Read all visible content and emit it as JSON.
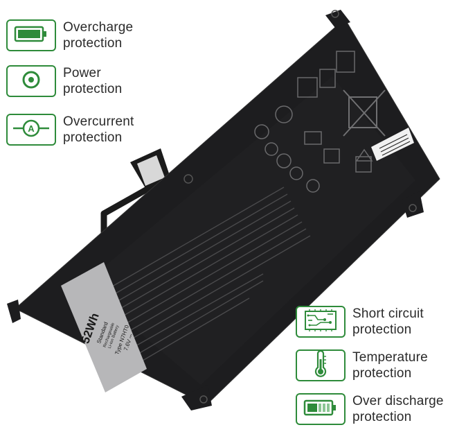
{
  "features_left": [
    {
      "line1": "Overcharge",
      "line2": "protection",
      "icon": "battery-full-icon"
    },
    {
      "line1": "Power",
      "line2": "protection",
      "icon": "power-target-icon"
    },
    {
      "line1": "Overcurrent",
      "line2": "protection",
      "icon": "ammeter-icon"
    }
  ],
  "features_right": [
    {
      "line1": "Short circuit",
      "line2": "protection",
      "icon": "circuit-board-icon"
    },
    {
      "line1": "Temperature",
      "line2": "protection",
      "icon": "thermometer-icon"
    },
    {
      "line1": "Over discharge",
      "line2": "protection",
      "icon": "battery-low-icon"
    }
  ],
  "battery": {
    "capacity": "52Wh",
    "type_line1": "Standard",
    "type_line2": "Rechargeable",
    "type_line3": "Li-ion Battery",
    "model": "Type N7HT0",
    "voltage": "7.6V ⎓"
  },
  "colors": {
    "accent_green": "#2e8b3a",
    "battery_body": "#1c1c1e",
    "label_panel": "#b7b7b9"
  }
}
